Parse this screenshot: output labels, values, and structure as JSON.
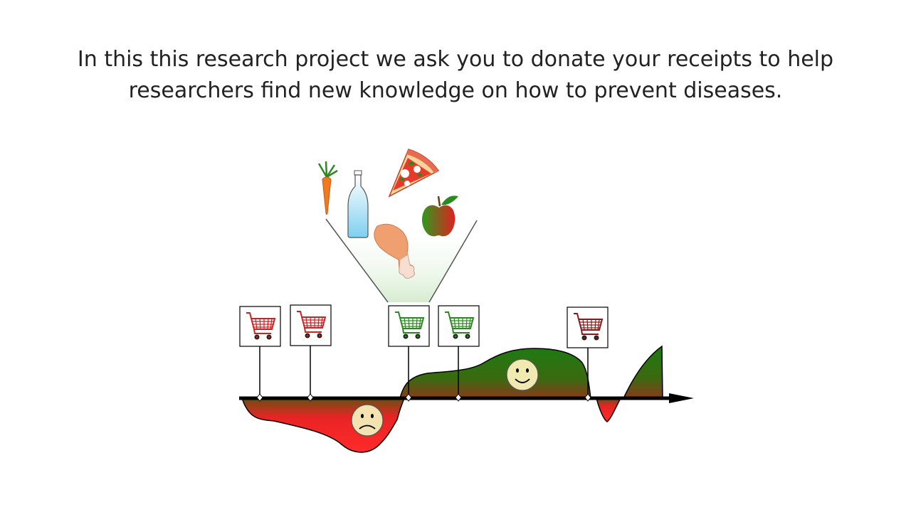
{
  "slide": {
    "line1": "In this this research project we ask you to donate your receipts to help",
    "line2": "researchers find new knowledge on how to prevent diseases."
  },
  "colors": {
    "unhealthy": "#e02020",
    "healthy": "#2a7a1a",
    "face": "#f3e3b0",
    "timeline": "#000000"
  },
  "icons": {
    "food_items": [
      "carrot-icon",
      "water-bottle-icon",
      "pizza-slice-icon",
      "chicken-leg-icon",
      "apple-icon"
    ],
    "receipts": [
      "shopping-cart-icon-red",
      "shopping-cart-icon-red",
      "shopping-cart-icon-green",
      "shopping-cart-icon-green",
      "shopping-cart-icon-red"
    ],
    "faces": [
      "sad-face-icon",
      "happy-face-icon"
    ]
  }
}
